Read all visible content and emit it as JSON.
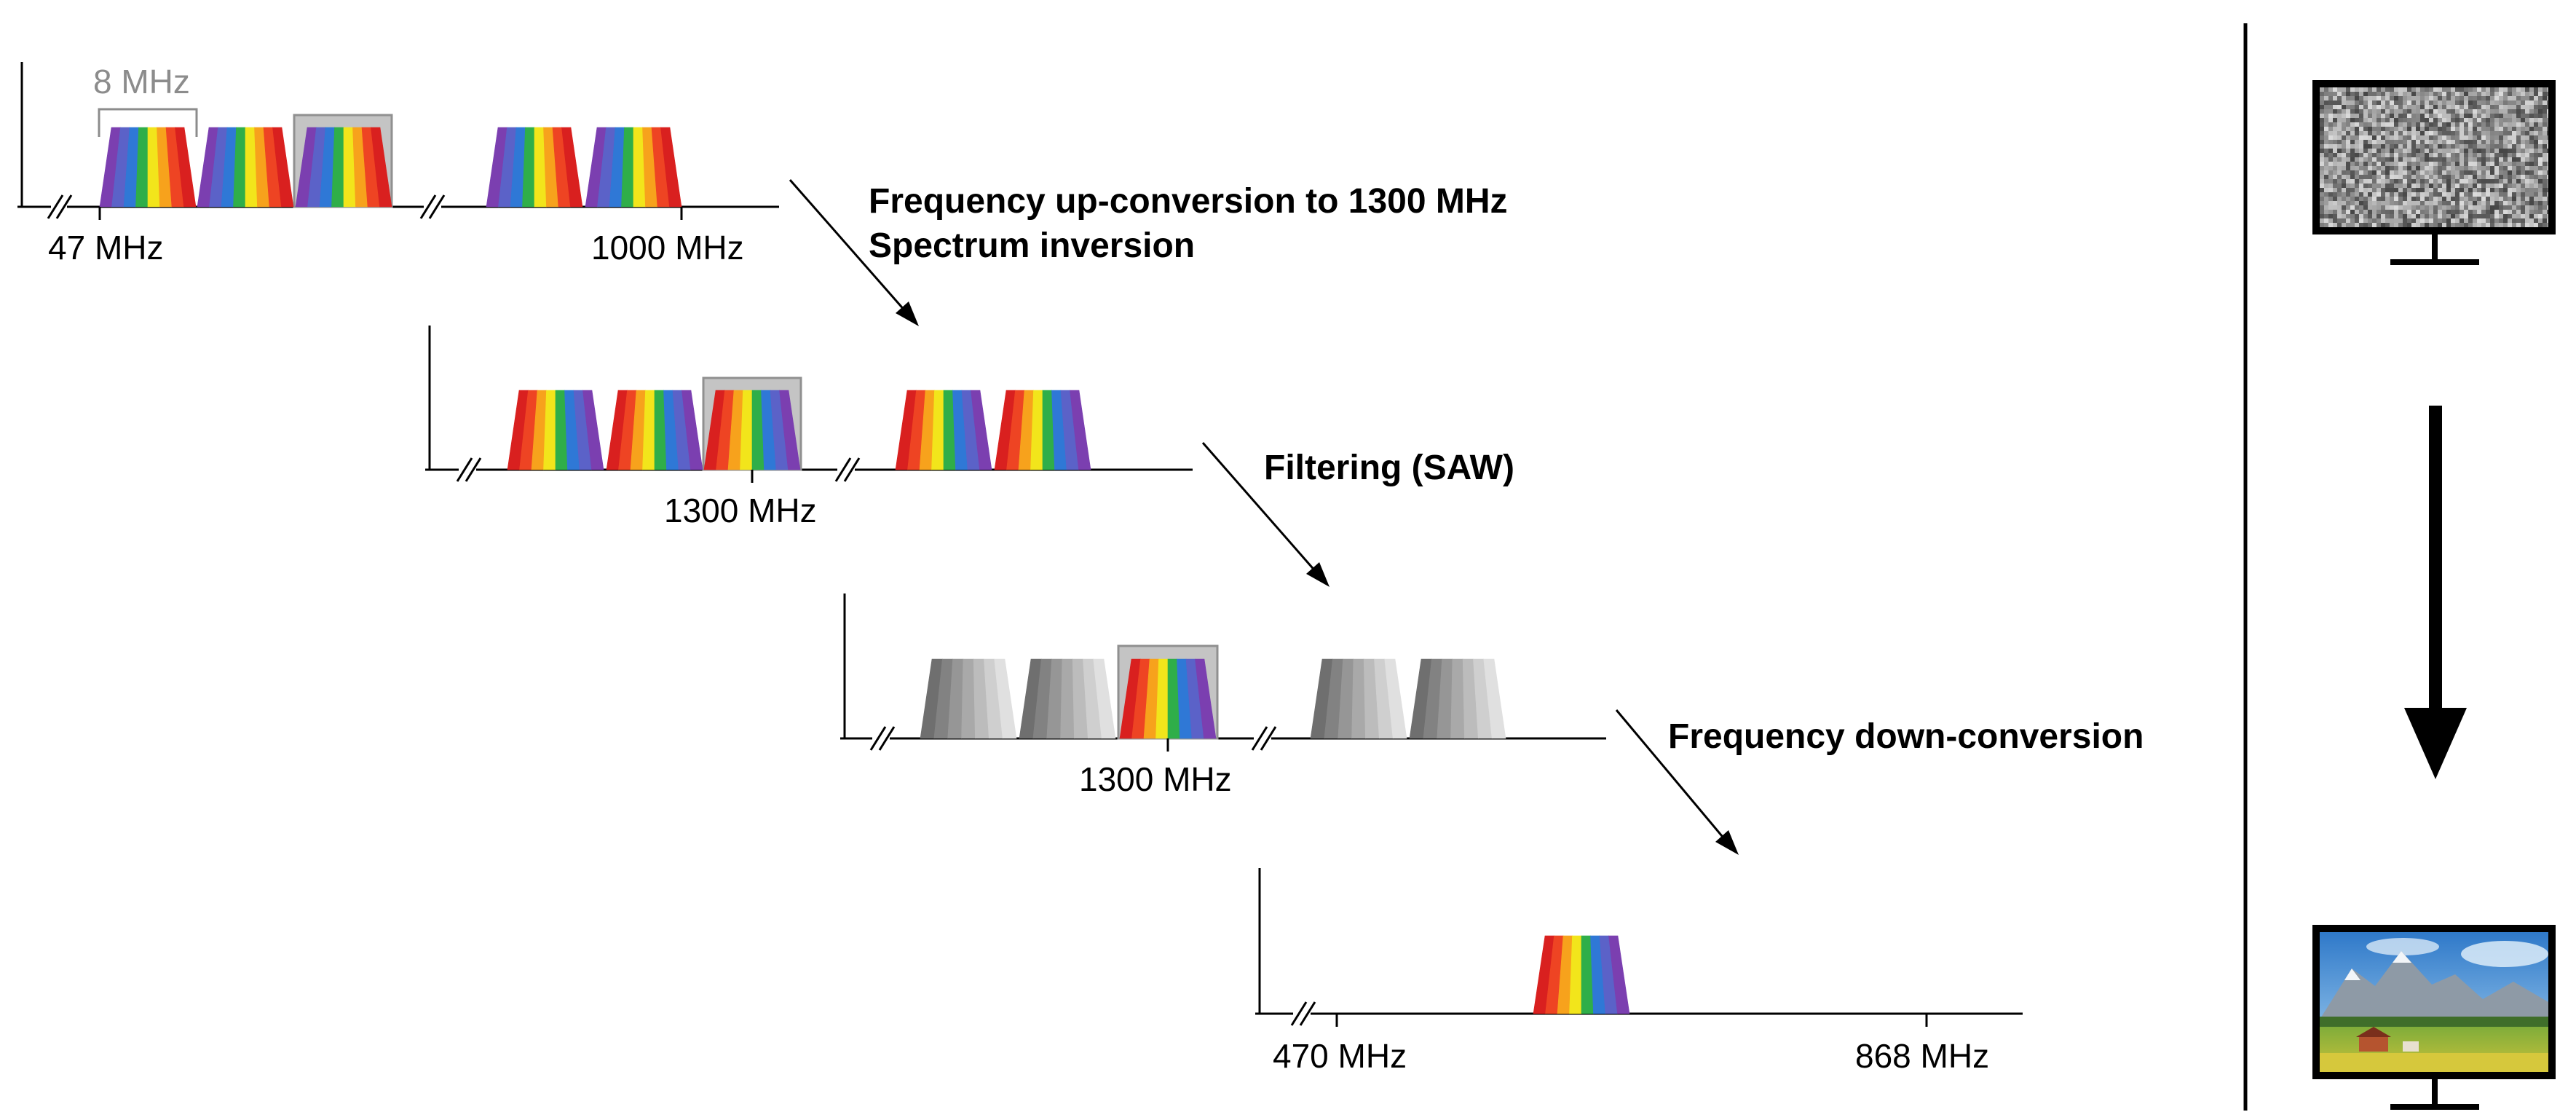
{
  "colors": {
    "rainbow": [
      "#7b3fb0",
      "#5b62c8",
      "#2f78d6",
      "#2fae49",
      "#f2e51b",
      "#f7a21c",
      "#ee4423",
      "#d9201f"
    ],
    "rainbow_inverted": [
      "#d9201f",
      "#ee4423",
      "#f7a21c",
      "#f2e51b",
      "#2fae49",
      "#2f78d6",
      "#5b62c8",
      "#7b3fb0"
    ],
    "gray": [
      "#6f6f6f",
      "#828282",
      "#969696",
      "#a9a9a9",
      "#bcbcbc",
      "#cfcfcf",
      "#e0e0e0"
    ],
    "selection_box": "#c4c4c4",
    "axis": "#000000",
    "bandwidth_annotation": "#8c8c8c"
  },
  "stage1": {
    "bandwidth_label": "8 MHz",
    "left_label": "47 MHz",
    "right_label": "1000 MHz"
  },
  "step1": {
    "line1": "Frequency up-conversion to 1300 MHz",
    "line2": "Spectrum inversion"
  },
  "stage2": {
    "center_label": "1300 MHz"
  },
  "step2": {
    "label": "Filtering (SAW)"
  },
  "stage3": {
    "center_label": "1300 MHz"
  },
  "step3": {
    "label": "Frequency down-conversion"
  },
  "stage4": {
    "left_label": "470 MHz",
    "right_label": "868 MHz"
  },
  "tv_before": {
    "icon": "tv-static-icon",
    "state": "noise"
  },
  "tv_after": {
    "icon": "tv-landscape-icon",
    "state": "picture"
  },
  "flow_arrow": {
    "icon": "arrow-down-icon"
  }
}
